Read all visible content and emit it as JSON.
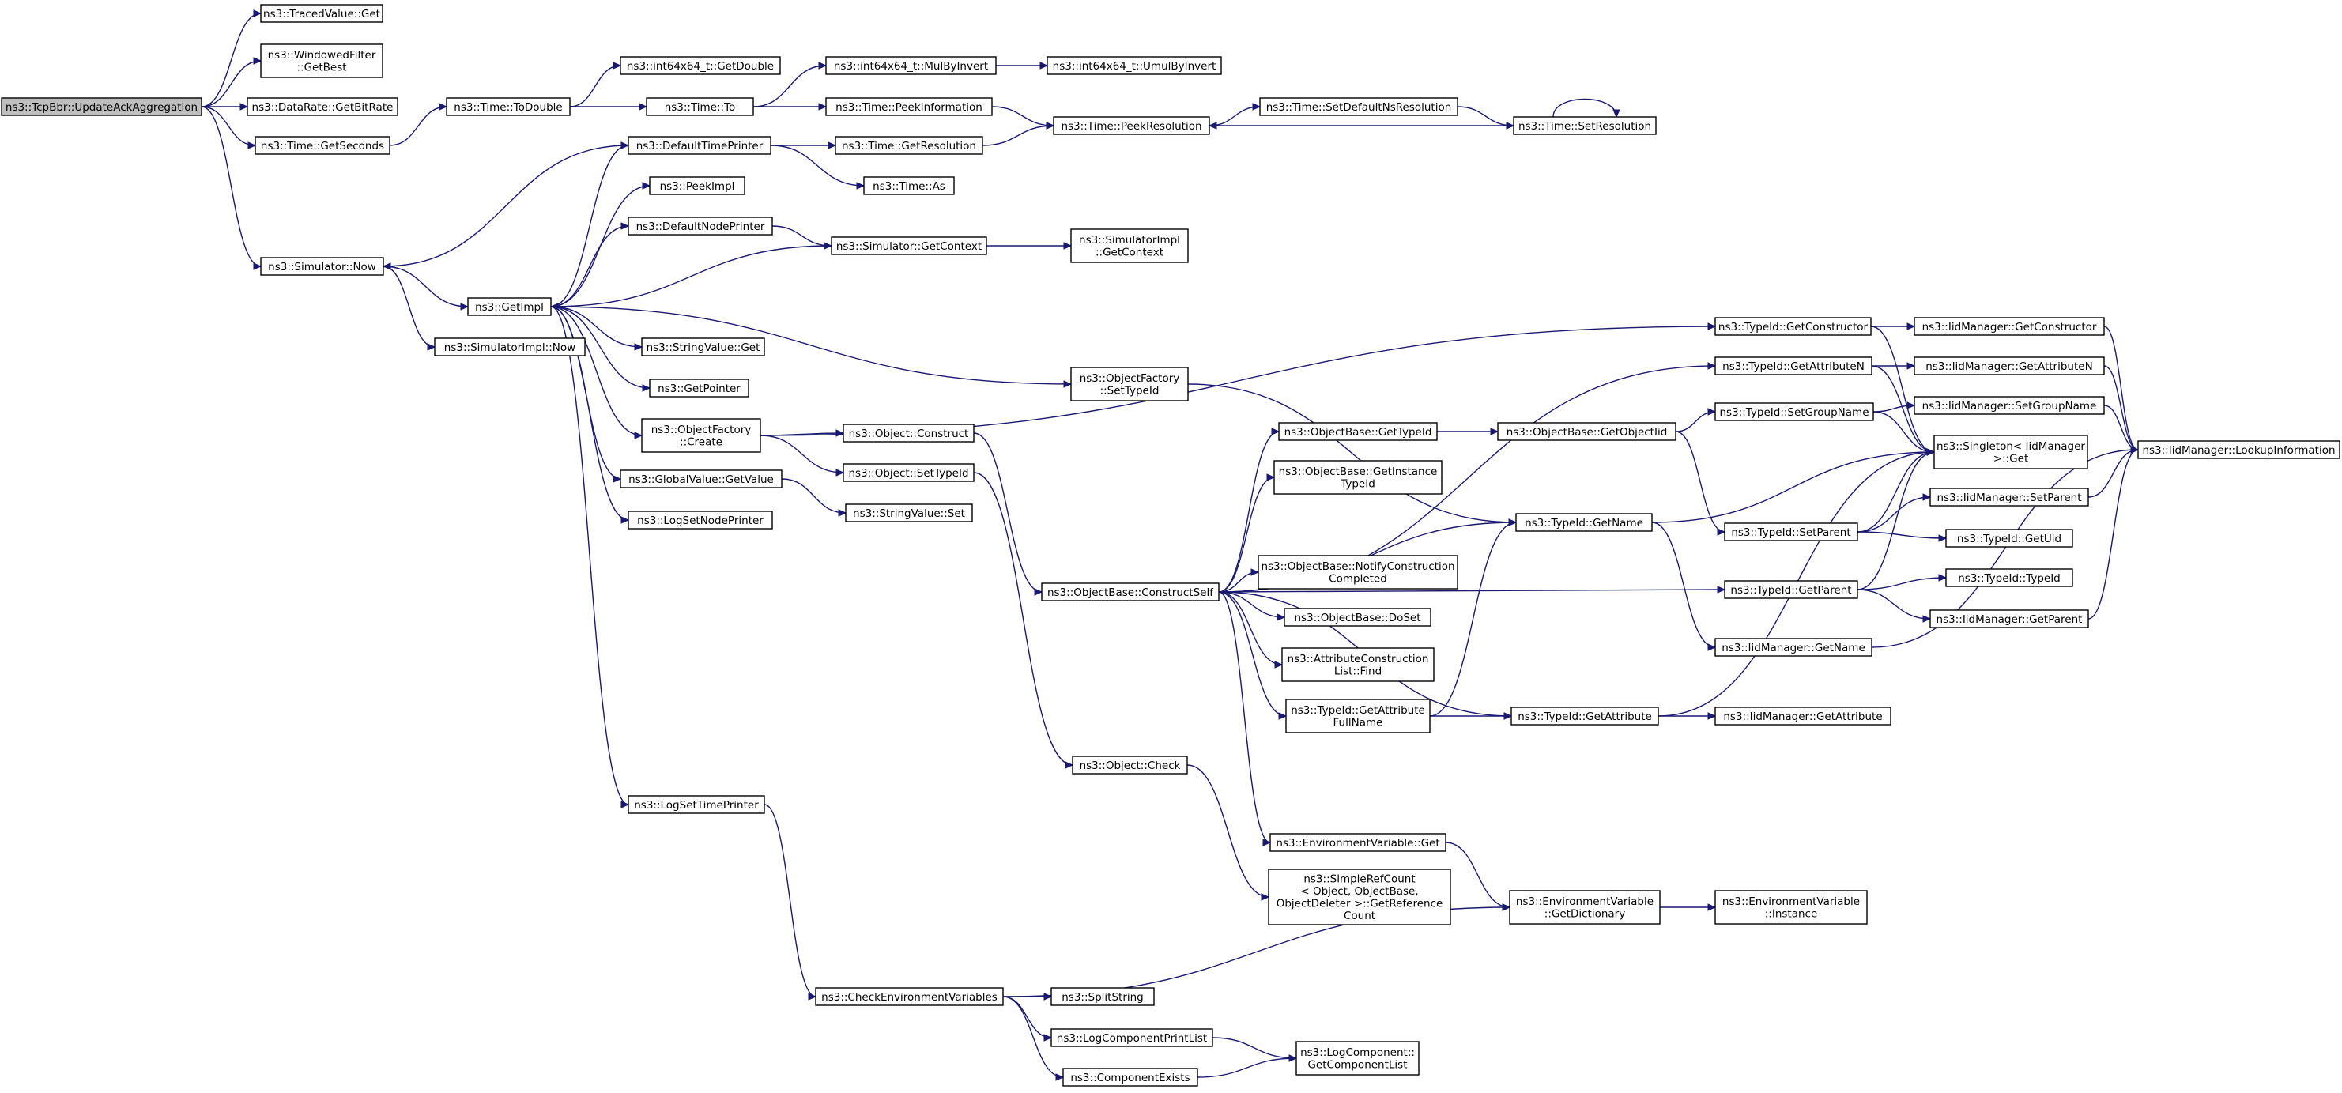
{
  "graph": {
    "title": "",
    "nodes": [
      {
        "id": "root",
        "label": [
          "ns3::TcpBbr::UpdateAckAggregation"
        ],
        "highlighted": true
      },
      {
        "id": "tracedget",
        "label": [
          "ns3::TracedValue::Get"
        ]
      },
      {
        "id": "wfgetbest",
        "label": [
          "ns3::WindowedFilter",
          "::GetBest"
        ]
      },
      {
        "id": "drgetbitrate",
        "label": [
          "ns3::DataRate::GetBitRate"
        ]
      },
      {
        "id": "timegetseconds",
        "label": [
          "ns3::Time::GetSeconds"
        ]
      },
      {
        "id": "simnow",
        "label": [
          "ns3::Simulator::Now"
        ]
      },
      {
        "id": "todouble",
        "label": [
          "ns3::Time::ToDouble"
        ]
      },
      {
        "id": "i64getdouble",
        "label": [
          "ns3::int64x64_t::GetDouble"
        ]
      },
      {
        "id": "timeto",
        "label": [
          "ns3::Time::To"
        ]
      },
      {
        "id": "mulbyinvert",
        "label": [
          "ns3::int64x64_t::MulByInvert"
        ]
      },
      {
        "id": "umulbyinvert",
        "label": [
          "ns3::int64x64_t::UmulByInvert"
        ]
      },
      {
        "id": "peekinfo",
        "label": [
          "ns3::Time::PeekInformation"
        ]
      },
      {
        "id": "peekres",
        "label": [
          "ns3::Time::PeekResolution"
        ]
      },
      {
        "id": "setdefaultns",
        "label": [
          "ns3::Time::SetDefaultNsResolution"
        ]
      },
      {
        "id": "setres",
        "label": [
          "ns3::Time::SetResolution"
        ]
      },
      {
        "id": "deftimeprinter",
        "label": [
          "ns3::DefaultTimePrinter"
        ]
      },
      {
        "id": "getresolution",
        "label": [
          "ns3::Time::GetResolution"
        ]
      },
      {
        "id": "timeas",
        "label": [
          "ns3::Time::As"
        ]
      },
      {
        "id": "peekimpl",
        "label": [
          "ns3::PeekImpl"
        ]
      },
      {
        "id": "defnodeprinter",
        "label": [
          "ns3::DefaultNodePrinter"
        ]
      },
      {
        "id": "simgetcontext",
        "label": [
          "ns3::Simulator::GetContext"
        ]
      },
      {
        "id": "simimplgetcontext",
        "label": [
          "ns3::SimulatorImpl",
          "::GetContext"
        ]
      },
      {
        "id": "getimpl",
        "label": [
          "ns3::GetImpl"
        ]
      },
      {
        "id": "simimplnow",
        "label": [
          "ns3::SimulatorImpl::Now"
        ]
      },
      {
        "id": "stringvalueget",
        "label": [
          "ns3::StringValue::Get"
        ]
      },
      {
        "id": "ofsettypeid",
        "label": [
          "ns3::ObjectFactory",
          "::SetTypeId"
        ]
      },
      {
        "id": "getpointer",
        "label": [
          "ns3::GetPointer"
        ]
      },
      {
        "id": "ofcreate",
        "label": [
          "ns3::ObjectFactory",
          "::Create"
        ]
      },
      {
        "id": "objconstruct",
        "label": [
          "ns3::Object::Construct"
        ]
      },
      {
        "id": "objsettypeid",
        "label": [
          "ns3::Object::SetTypeId"
        ]
      },
      {
        "id": "gvgetvalue",
        "label": [
          "ns3::GlobalValue::GetValue"
        ]
      },
      {
        "id": "stringvalueset",
        "label": [
          "ns3::StringValue::Set"
        ]
      },
      {
        "id": "logsetnodeprinter",
        "label": [
          "ns3::LogSetNodePrinter"
        ]
      },
      {
        "id": "logsettimeprinter",
        "label": [
          "ns3::LogSetTimePrinter"
        ]
      },
      {
        "id": "checkenv",
        "label": [
          "ns3::CheckEnvironmentVariables"
        ]
      },
      {
        "id": "splitstring",
        "label": [
          "ns3::SplitString"
        ]
      },
      {
        "id": "logcompprintlist",
        "label": [
          "ns3::LogComponentPrintList"
        ]
      },
      {
        "id": "compexists",
        "label": [
          "ns3::ComponentExists"
        ]
      },
      {
        "id": "logcompgetlist",
        "label": [
          "ns3::LogComponent::",
          "GetComponentList"
        ]
      },
      {
        "id": "objcheck",
        "label": [
          "ns3::Object::Check"
        ]
      },
      {
        "id": "simplerefcount",
        "label": [
          "ns3::SimpleRefCount",
          "< Object, ObjectBase,",
          "ObjectDeleter >::GetReference",
          "Count"
        ]
      },
      {
        "id": "constructself",
        "label": [
          "ns3::ObjectBase::ConstructSelf"
        ]
      },
      {
        "id": "obgettypeid",
        "label": [
          "ns3::ObjectBase::GetTypeId"
        ]
      },
      {
        "id": "obgetinstancetypeid",
        "label": [
          "ns3::ObjectBase::GetInstance",
          "TypeId"
        ]
      },
      {
        "id": "obnotify",
        "label": [
          "ns3::ObjectBase::NotifyConstruction",
          "Completed"
        ]
      },
      {
        "id": "obdoset",
        "label": [
          "ns3::ObjectBase::DoSet"
        ]
      },
      {
        "id": "attrconstfind",
        "label": [
          "ns3::AttributeConstruction",
          "List::Find"
        ]
      },
      {
        "id": "tidgetattrfullname",
        "label": [
          "ns3::TypeId::GetAttribute",
          "FullName"
        ]
      },
      {
        "id": "envget",
        "label": [
          "ns3::EnvironmentVariable::Get"
        ]
      },
      {
        "id": "envgetdict",
        "label": [
          "ns3::EnvironmentVariable",
          "::GetDictionary"
        ]
      },
      {
        "id": "envinstance",
        "label": [
          "ns3::EnvironmentVariable",
          "::Instance"
        ]
      },
      {
        "id": "obgetobjectiid",
        "label": [
          "ns3::ObjectBase::GetObjectIid"
        ]
      },
      {
        "id": "tidgetname",
        "label": [
          "ns3::TypeId::GetName"
        ]
      },
      {
        "id": "tidgetattribute",
        "label": [
          "ns3::TypeId::GetAttribute"
        ]
      },
      {
        "id": "tidgetconstructor",
        "label": [
          "ns3::TypeId::GetConstructor"
        ]
      },
      {
        "id": "tidgetattributen",
        "label": [
          "ns3::TypeId::GetAttributeN"
        ]
      },
      {
        "id": "tidsetgroupname",
        "label": [
          "ns3::TypeId::SetGroupName"
        ]
      },
      {
        "id": "tidsetparent",
        "label": [
          "ns3::TypeId::SetParent"
        ]
      },
      {
        "id": "tidgetparent",
        "label": [
          "ns3::TypeId::GetParent"
        ]
      },
      {
        "id": "iidgetname",
        "label": [
          "ns3::IidManager::GetName"
        ]
      },
      {
        "id": "iidgetconstructor",
        "label": [
          "ns3::IidManager::GetConstructor"
        ]
      },
      {
        "id": "iidgetattributen",
        "label": [
          "ns3::IidManager::GetAttributeN"
        ]
      },
      {
        "id": "iidsetgroupname",
        "label": [
          "ns3::IidManager::SetGroupName"
        ]
      },
      {
        "id": "singletonget",
        "label": [
          "ns3::Singleton< IidManager",
          ">::Get"
        ]
      },
      {
        "id": "iidsetparent",
        "label": [
          "ns3::IidManager::SetParent"
        ]
      },
      {
        "id": "tidgetuid",
        "label": [
          "ns3::TypeId::GetUid"
        ]
      },
      {
        "id": "tidtypeid",
        "label": [
          "ns3::TypeId::TypeId"
        ]
      },
      {
        "id": "iidgetparent",
        "label": [
          "ns3::IidManager::GetParent"
        ]
      },
      {
        "id": "iidgetattribute",
        "label": [
          "ns3::IidManager::GetAttribute"
        ]
      },
      {
        "id": "iidlookupinfo",
        "label": [
          "ns3::IidManager::LookupInformation"
        ]
      }
    ],
    "edges": [
      [
        "root",
        "tracedget"
      ],
      [
        "root",
        "wfgetbest"
      ],
      [
        "root",
        "drgetbitrate"
      ],
      [
        "root",
        "timegetseconds"
      ],
      [
        "root",
        "simnow"
      ],
      [
        "timegetseconds",
        "todouble"
      ],
      [
        "todouble",
        "i64getdouble"
      ],
      [
        "todouble",
        "timeto"
      ],
      [
        "timeto",
        "mulbyinvert"
      ],
      [
        "timeto",
        "peekinfo"
      ],
      [
        "mulbyinvert",
        "umulbyinvert"
      ],
      [
        "peekinfo",
        "peekres"
      ],
      [
        "peekres",
        "setdefaultns"
      ],
      [
        "setdefaultns",
        "setres"
      ],
      [
        "setres",
        "setres"
      ],
      [
        "setres",
        "peekres"
      ],
      [
        "simnow",
        "getimpl"
      ],
      [
        "simnow",
        "simimplnow"
      ],
      [
        "deftimeprinter",
        "simnow"
      ],
      [
        "deftimeprinter",
        "getresolution"
      ],
      [
        "deftimeprinter",
        "timeas"
      ],
      [
        "getresolution",
        "peekres"
      ],
      [
        "getimpl",
        "deftimeprinter"
      ],
      [
        "getimpl",
        "peekimpl"
      ],
      [
        "getimpl",
        "defnodeprinter"
      ],
      [
        "getimpl",
        "stringvalueget"
      ],
      [
        "getimpl",
        "ofsettypeid"
      ],
      [
        "getimpl",
        "getpointer"
      ],
      [
        "getimpl",
        "ofcreate"
      ],
      [
        "getimpl",
        "gvgetvalue"
      ],
      [
        "getimpl",
        "logsetnodeprinter"
      ],
      [
        "getimpl",
        "logsettimeprinter"
      ],
      [
        "defnodeprinter",
        "simgetcontext"
      ],
      [
        "simgetcontext",
        "getimpl"
      ],
      [
        "simgetcontext",
        "simimplgetcontext"
      ],
      [
        "ofcreate",
        "objconstruct"
      ],
      [
        "ofcreate",
        "objsettypeid"
      ],
      [
        "ofcreate",
        "tidgetconstructor"
      ],
      [
        "gvgetvalue",
        "stringvalueset"
      ],
      [
        "objconstruct",
        "constructself"
      ],
      [
        "objsettypeid",
        "objcheck"
      ],
      [
        "objcheck",
        "simplerefcount"
      ],
      [
        "ofsettypeid",
        "tidgetname"
      ],
      [
        "logsettimeprinter",
        "checkenv"
      ],
      [
        "checkenv",
        "splitstring"
      ],
      [
        "checkenv",
        "logcompprintlist"
      ],
      [
        "checkenv",
        "compexists"
      ],
      [
        "checkenv",
        "envgetdict"
      ],
      [
        "logcompprintlist",
        "logcompgetlist"
      ],
      [
        "compexists",
        "logcompgetlist"
      ],
      [
        "constructself",
        "obgettypeid"
      ],
      [
        "constructself",
        "obgetinstancetypeid"
      ],
      [
        "constructself",
        "obnotify"
      ],
      [
        "constructself",
        "obdoset"
      ],
      [
        "constructself",
        "attrconstfind"
      ],
      [
        "constructself",
        "tidgetattrfullname"
      ],
      [
        "constructself",
        "envget"
      ],
      [
        "constructself",
        "tidgetname"
      ],
      [
        "constructself",
        "tidgetattribute"
      ],
      [
        "constructself",
        "tidgetattributen"
      ],
      [
        "constructself",
        "tidgetparent"
      ],
      [
        "obgettypeid",
        "obgetobjectiid"
      ],
      [
        "obgetobjectiid",
        "tidsetgroupname"
      ],
      [
        "obgetobjectiid",
        "tidsetparent"
      ],
      [
        "tidgetattrfullname",
        "tidgetname"
      ],
      [
        "tidgetattrfullname",
        "tidgetattribute"
      ],
      [
        "envget",
        "envgetdict"
      ],
      [
        "envgetdict",
        "envinstance"
      ],
      [
        "tidgetname",
        "singletonget"
      ],
      [
        "tidgetname",
        "iidgetname"
      ],
      [
        "tidgetattribute",
        "singletonget"
      ],
      [
        "tidgetattribute",
        "iidgetattribute"
      ],
      [
        "tidgetconstructor",
        "iidgetconstructor"
      ],
      [
        "tidgetconstructor",
        "singletonget"
      ],
      [
        "tidgetattributen",
        "iidgetattributen"
      ],
      [
        "tidgetattributen",
        "singletonget"
      ],
      [
        "tidsetgroupname",
        "iidsetgroupname"
      ],
      [
        "tidsetgroupname",
        "singletonget"
      ],
      [
        "tidsetparent",
        "iidsetparent"
      ],
      [
        "tidsetparent",
        "tidgetuid"
      ],
      [
        "tidsetparent",
        "singletonget"
      ],
      [
        "tidgetparent",
        "tidtypeid"
      ],
      [
        "tidgetparent",
        "iidgetparent"
      ],
      [
        "tidgetparent",
        "singletonget"
      ],
      [
        "iidgetname",
        "iidlookupinfo"
      ],
      [
        "iidgetconstructor",
        "iidlookupinfo"
      ],
      [
        "iidgetattributen",
        "iidlookupinfo"
      ],
      [
        "iidsetgroupname",
        "iidlookupinfo"
      ],
      [
        "iidsetparent",
        "iidlookupinfo"
      ],
      [
        "iidgetparent",
        "iidlookupinfo"
      ]
    ]
  }
}
